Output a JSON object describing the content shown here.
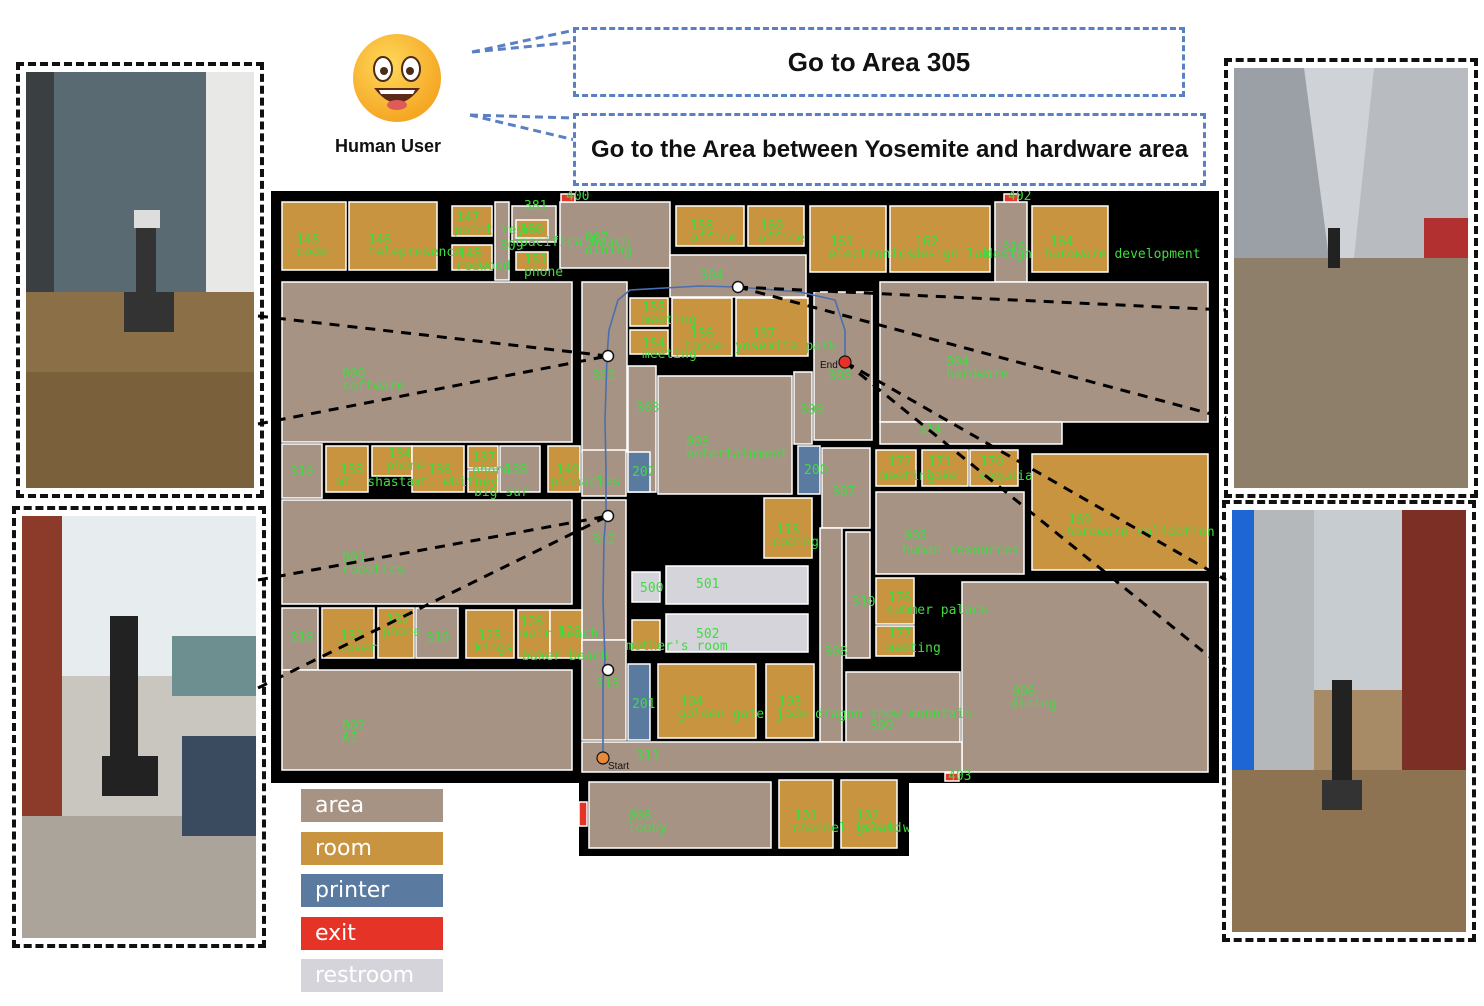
{
  "user": {
    "label": "Human User"
  },
  "commands": [
    {
      "text": "Go to Area 305"
    },
    {
      "text": "Go to the Area between Yosemite and hardware area"
    }
  ],
  "map": {
    "start_label": "Start",
    "end_label": "End",
    "labels": {
      "a400": "400",
      "a402": "402",
      "a403": "403",
      "a401": "401",
      "a145": "145",
      "a145n": "code",
      "a146": "146",
      "a146n": "telepresence",
      "a147": "147",
      "a147n": "point reyes",
      "a148": "148",
      "a148n": "redwood",
      "a150": "150",
      "a151": "151",
      "a151n": "phone",
      "a007": "007",
      "a007n": "pacifica beach",
      "a007d": "dining",
      "a381": "381",
      "a309b": "309",
      "a158": "158",
      "a158n": "office",
      "a160": "160",
      "a160n": "office",
      "a161": "161",
      "a161n": "electronics",
      "a162": "162",
      "a162n": "design lab",
      "a316": "316",
      "a316n": "design",
      "a164": "164",
      "a164n": "hardware development",
      "a304": "304",
      "a000": "000",
      "a000n": "software",
      "a302": "302",
      "a155": "155",
      "a155n": "meeting",
      "a156": "156",
      "a156n": "tahoe",
      "a154": "154",
      "a154n": "meeting",
      "a157": "157",
      "a157n": "yosemite park",
      "a305": "305",
      "a004": "004",
      "a004n": "hardware",
      "a303": "303",
      "a306": "306",
      "a003": "003",
      "a003n": "entertainment",
      "a314": "314",
      "a310": "310",
      "a133": "133",
      "a133n": "mt. shasta",
      "a134": "134",
      "a134n": "phone",
      "a136": "136",
      "a136n": "mt. whitney",
      "a137": "137",
      "a137n": "phone",
      "a138": "138",
      "a138n": "big sur",
      "a140": "140",
      "a140n": "pinnacles",
      "a202": "202",
      "a200": "200",
      "a172": "172",
      "a172n": "meeting",
      "a171": "171",
      "a171n": "lake",
      "a170": "170",
      "a170n": "sequoia",
      "a307": "307",
      "a169": "169",
      "a169n": "hardware validation",
      "a001": "001",
      "a001n": "robotics",
      "a312": "312",
      "a113": "113",
      "a113n": "coding",
      "a005": "005",
      "a005n": "human resources",
      "a500": "500",
      "a501": "501",
      "a502": "502",
      "a502n": "mother's room",
      "a310b": "310",
      "a176": "176",
      "a176n": "summer palace",
      "a177": "177",
      "a177n": "meeting",
      "a318": "318",
      "a131": "131",
      "a131n": "laser",
      "a132": "132",
      "a132n": "phone",
      "a319": "319",
      "a125": "125",
      "a125n": "kings",
      "a126": "126",
      "a126n": "muir beach",
      "a128": "128",
      "a128n": "baker beach",
      "a308": "308",
      "a006": "006",
      "a006n": "dining",
      "a002": "002",
      "a002n": "AI",
      "a313": "313",
      "a201": "201",
      "a104": "104",
      "a104n": "golden gate",
      "a105": "105",
      "a105n": "jade dragon snow mountain",
      "a309": "309",
      "a311": "311",
      "a008": "008",
      "a008n": "lobby",
      "a101": "101",
      "a101n": "channel island",
      "a102": "102",
      "a102n": "great wall"
    }
  },
  "legend": [
    {
      "label": "area",
      "color": "#a69384"
    },
    {
      "label": "room",
      "color": "#c8943f"
    },
    {
      "label": "printer",
      "color": "#5b7aa0"
    },
    {
      "label": "exit",
      "color": "#e53427"
    },
    {
      "label": "restroom",
      "color": "#d5d4db"
    }
  ],
  "colors": {
    "area": "#a69384",
    "room": "#c8943f",
    "printer": "#5b7aa0",
    "exit": "#e53427",
    "restroom": "#d5d4db",
    "label": "#3fdc3f",
    "path": "#4a6fb0"
  }
}
